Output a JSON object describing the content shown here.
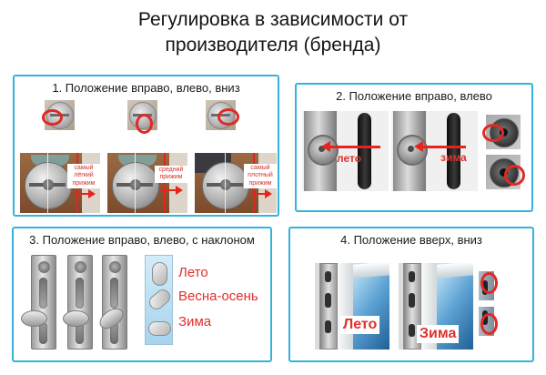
{
  "title": {
    "line1": "Регулировка в зависимости от",
    "line2": "производителя (бренда)"
  },
  "colors": {
    "panel_border": "#35b3de",
    "label_red": "#e0302c",
    "arrow_red": "#e8231e"
  },
  "panels": {
    "panel1": {
      "title": "1. Положение вправо, влево, вниз",
      "labels": [
        "самый лёгкий прижим",
        "средний прижим",
        "самый плотный прижим"
      ]
    },
    "panel2": {
      "title": "2. Положение вправо, влево",
      "summer_label": "лето",
      "winter_label": "зима"
    },
    "panel3": {
      "title": "3. Положение вправо, влево, с наклоном",
      "legend": [
        {
          "label": "Лето"
        },
        {
          "label": "Весна-осень"
        },
        {
          "label": "Зима"
        }
      ]
    },
    "panel4": {
      "title": "4. Положение вверх, вниз",
      "summer_label": "Лето",
      "winter_label": "Зима"
    }
  }
}
